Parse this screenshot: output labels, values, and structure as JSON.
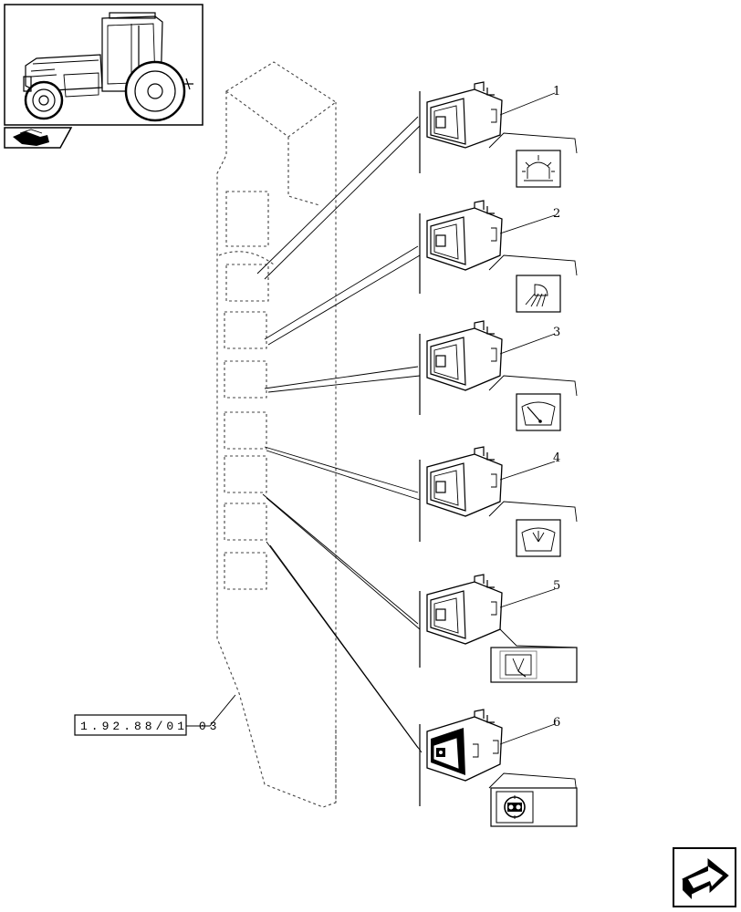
{
  "reference_code": "1.92.88/01 03",
  "callouts": [
    {
      "num": "1",
      "icon": "beacon-light-icon"
    },
    {
      "num": "2",
      "icon": "work-light-icon"
    },
    {
      "num": "3",
      "icon": "rear-wiper-icon"
    },
    {
      "num": "4",
      "icon": "windscreen-washer-icon"
    },
    {
      "num": "5",
      "icon": "rear-washer-icon"
    },
    {
      "num": "6",
      "icon": "hazard-warning-icon"
    }
  ],
  "nav": {
    "icon": "next-page-arrow-icon"
  },
  "thumbnail": {
    "icon": "tractor-thumbnail-icon"
  },
  "section_badge": {
    "icon": "section-badge-icon"
  }
}
